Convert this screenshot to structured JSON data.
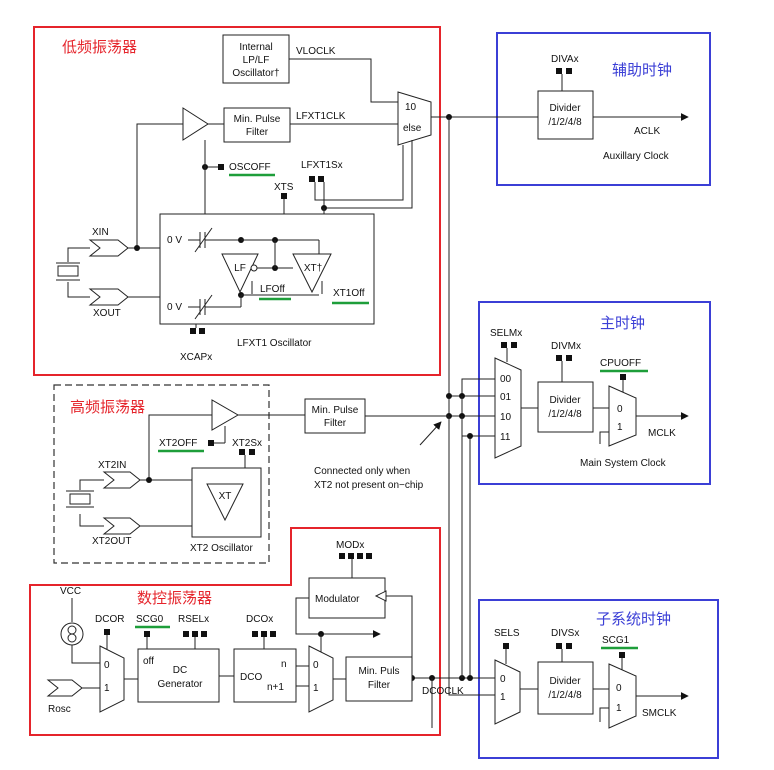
{
  "sections": {
    "lf_osc": "低频振荡器",
    "hf_osc": "高频振荡器",
    "dco_osc": "数控振荡器",
    "aux_clock": "辅助时钟",
    "main_clock": "主时钟",
    "sub_clock": "子系统时钟"
  },
  "colors": {
    "red_box": "#e5242b",
    "blue_box": "#3b3fd6",
    "underline": "#1e9e3a"
  },
  "lf": {
    "internal_line1": "Internal",
    "internal_line2": "LP/LF",
    "internal_line3": "Oscillator†",
    "vloclk": "VLOCLK",
    "min_pulse_line1": "Min. Pulse",
    "min_pulse_line2": "Filter",
    "lfxt1clk": "LFXT1CLK",
    "mux_10": "10",
    "mux_else": "else",
    "oscoff": "OSCOFF",
    "lfxt1sx": "LFXT1Sx",
    "xts": "XTS",
    "xin": "XIN",
    "xout": "XOUT",
    "zero_v_top": "0 V",
    "zero_v_bottom": "0 V",
    "lf_amp": "LF",
    "xt_amp": "XT†",
    "lfoff": "LFOff",
    "xt1off": "XT1Off",
    "osc_label": "LFXT1 Oscillator",
    "xcapx": "XCAPx"
  },
  "aux": {
    "divax": "DIVAx",
    "divider_line1": "Divider",
    "divider_line2": "/1/2/4/8",
    "aclk": "ACLK",
    "caption": "Auxillary Clock"
  },
  "main": {
    "selmx": "SELMx",
    "divmx": "DIVMx",
    "cpuoff": "CPUOFF",
    "in_00": "00",
    "in_01": "01",
    "in_10": "10",
    "in_11": "11",
    "divider_line1": "Divider",
    "divider_line2": "/1/2/4/8",
    "mux_0": "0",
    "mux_1": "1",
    "mclk": "MCLK",
    "caption": "Main System Clock"
  },
  "hf": {
    "min_pulse_line1": "Min. Pulse",
    "min_pulse_line2": "Filter",
    "xt2off": "XT2OFF",
    "xt2sx": "XT2Sx",
    "xt2in": "XT2IN",
    "xt2out": "XT2OUT",
    "xt_amp": "XT",
    "osc_label": "XT2 Oscillator",
    "note_line1": "Connected only when",
    "note_line2": "XT2 not present on−chip"
  },
  "dco": {
    "modx": "MODx",
    "modulator": "Modulator",
    "vcc": "VCC",
    "dcor": "DCOR",
    "scg0": "SCG0",
    "rselx": "RSELx",
    "dcox": "DCOx",
    "off": "off",
    "dc_line1": "DC",
    "dc_line2": "Generator",
    "dco_block": "DCO",
    "n": "n",
    "n_plus_1": "n+1",
    "mux_0": "0",
    "mux_1": "1",
    "min_puls_line1": "Min. Puls",
    "min_puls_line2": "Filter",
    "dcoclk": "DCOCLK",
    "rosc": "Rosc",
    "in_0": "0",
    "in_1": "1"
  },
  "sub": {
    "sels": "SELS",
    "divsx": "DIVSx",
    "scg1": "SCG1",
    "mux_in_0": "0",
    "mux_in_1": "1",
    "divider_line1": "Divider",
    "divider_line2": "/1/2/4/8",
    "mux_0": "0",
    "mux_1": "1",
    "smclk": "SMCLK"
  }
}
